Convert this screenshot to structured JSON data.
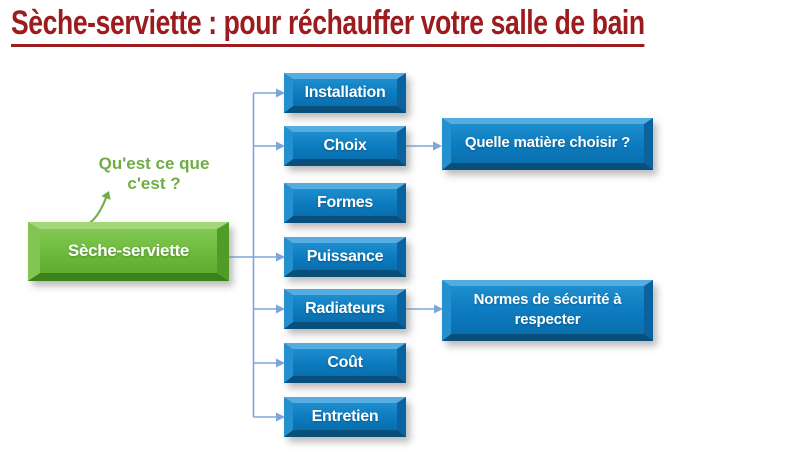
{
  "title": {
    "text": "Sèche-serviette : pour réchauffer votre salle de bain"
  },
  "annotation": {
    "text": "Qu'est ce que c'est ?"
  },
  "root": {
    "label": "Sèche-serviette"
  },
  "branches": [
    {
      "label": "Installation"
    },
    {
      "label": "Choix",
      "child": "Quelle matière choisir ?"
    },
    {
      "label": "Formes"
    },
    {
      "label": "Puissance"
    },
    {
      "label": "Radiateurs",
      "child": "Normes de sécurité à respecter"
    },
    {
      "label": "Coût"
    },
    {
      "label": "Entretien"
    }
  ],
  "colors": {
    "title_red": "#9c1b1e",
    "annotation_green": "#70ad47",
    "node_green": "#6fbc3f",
    "node_blue": "#0d7ec3",
    "connector_blue": "#7ea6db"
  }
}
